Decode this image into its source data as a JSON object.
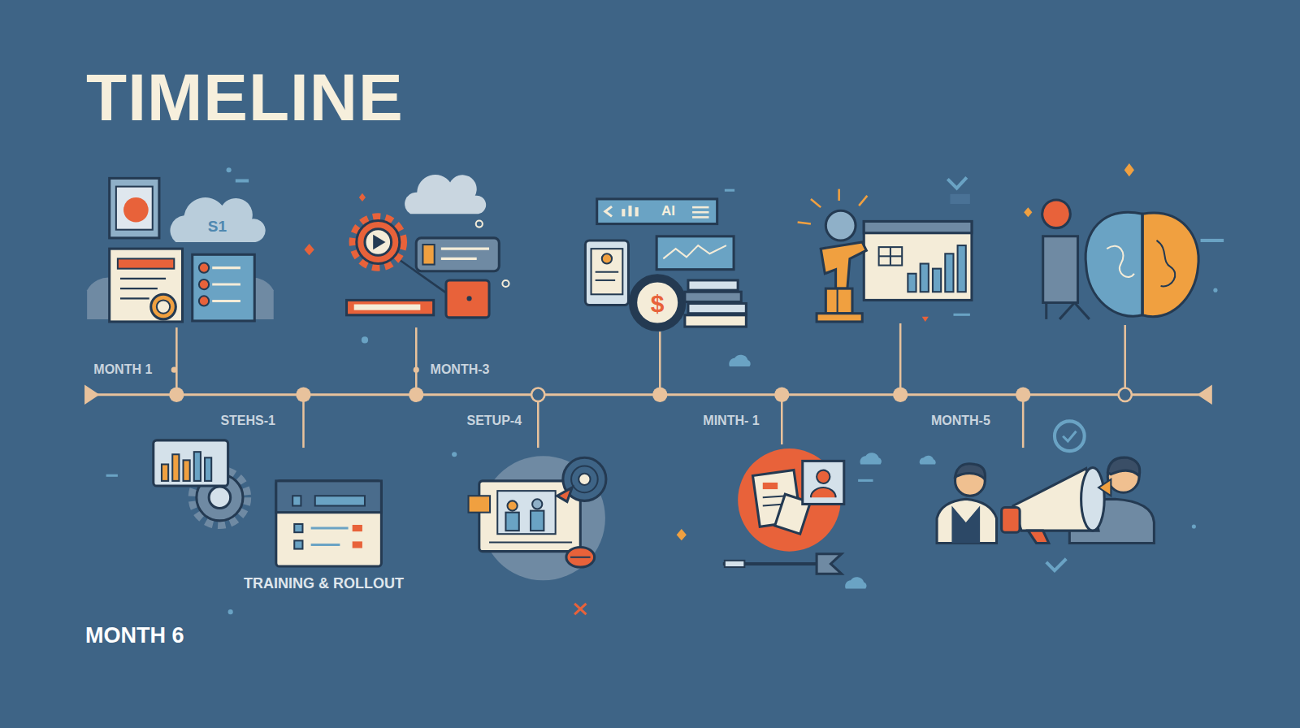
{
  "diagram": {
    "title": "TIMELINE",
    "labels": [
      "MONTH 1",
      "MONTH-3",
      "STEHS-1",
      "SETUP-4",
      "MINTH- 1",
      "MONTH-5",
      "TRAINING & ROLLOUT",
      "MONTH 6",
      "S1",
      "AI",
      "$"
    ]
  }
}
